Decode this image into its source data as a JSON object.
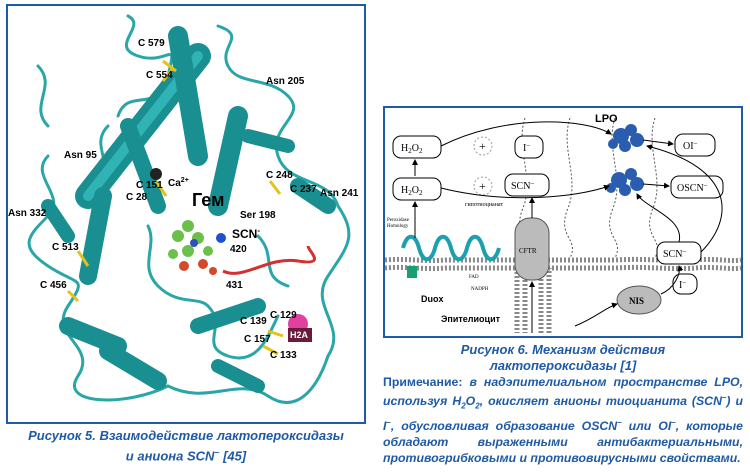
{
  "figure5": {
    "labels": {
      "c579": "C 579",
      "c554": "C 554",
      "asn205": "Asn 205",
      "asn95": "Asn 95",
      "ca": "Ca",
      "ca_sup": "2+",
      "c151": "C 151",
      "c28": "C 28",
      "gem": "Гем",
      "c248": "C 248",
      "c237": "C 237",
      "asn241": "Asn 241",
      "ser198": "Ser 198",
      "asn332": "Asn 332",
      "scn": "SCN",
      "scn_sup": "-",
      "n420": "420",
      "c513": "C 513",
      "c456": "C 456",
      "n431": "431",
      "c139": "C 139",
      "c129": "C 129",
      "h2a": "H2A",
      "c157": "C 157",
      "c133": "C 133"
    },
    "caption_line1": "Рисунок 5. Взаимодействие лактопероксидазы",
    "caption_line2_pre": "и аниона SCN",
    "caption_line2_sup": "–",
    "caption_line2_ref": " [45]"
  },
  "figure6": {
    "labels": {
      "lpo": "LPO",
      "h2o2_a": "H",
      "h2o2_b": "O",
      "i_minus": "I",
      "oi_minus": "OI",
      "scn": "SCN",
      "oscn": "OSCN",
      "hypo": "гипотиоцианат",
      "peroxidase": "Peroxidase",
      "homology": "Homology",
      "fad": "FAD",
      "nadph": "NADPH",
      "cftr": "CFTR",
      "duox": "Duox",
      "nis": "NIS",
      "epithelio": "Эпителиоцит",
      "sub2": "2",
      "minus": "–",
      "plus": "+"
    },
    "caption_line1": "Рисунок 6. Механизм действия",
    "caption_line2": "лактопероксидазы [1]",
    "note": {
      "prefix": "Примечание: ",
      "p1": "в надэпителиальном пространстве LPO, используя H",
      "sub1": "2",
      "p2": "O",
      "sub2": "2",
      "p3": ", окисляет анионы тиоцианита (SCN",
      "sup1": "–",
      "p4": ") и I",
      "sup2": "–",
      "p5": ", обусловливая образование OSCN",
      "sup3": "–",
      "p6": " или OI",
      "sup4": "–",
      "p7": ", которые обладают выраженными антибактериальными, противогрибковыми и противовирусными свойствами."
    }
  }
}
